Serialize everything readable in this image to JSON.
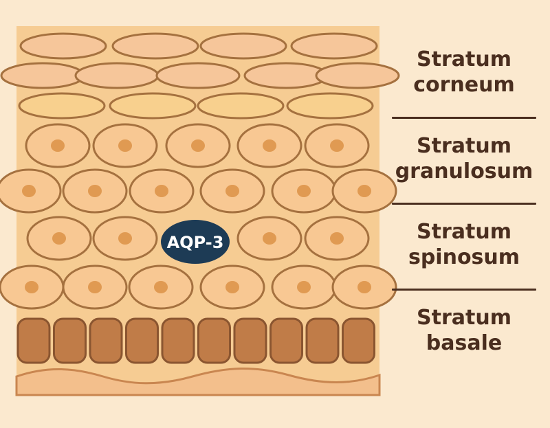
{
  "layers": [
    {
      "line1": "Stratum",
      "line2": "corneum"
    },
    {
      "line1": "Stratum",
      "line2": "granulosum"
    },
    {
      "line1": "Stratum",
      "line2": "spinosum"
    },
    {
      "line1": "Stratum",
      "line2": "basale"
    }
  ],
  "marker": {
    "label": "AQP-3"
  },
  "colors": {
    "background": "#fbe9cf",
    "tissue": "#f6cc93",
    "corneum_cell": "#f6c69a",
    "granulosum_cell": "#f8d08e",
    "spinous_cell": "#f8c893",
    "cell_outline": "#a5713f",
    "nucleus": "#e09a52",
    "basal_cell": "#c07c48",
    "basal_outline": "#8a5530",
    "dermis": "#f3bf8c",
    "marker": "#1d3b55",
    "text": "#4a2e1f"
  }
}
